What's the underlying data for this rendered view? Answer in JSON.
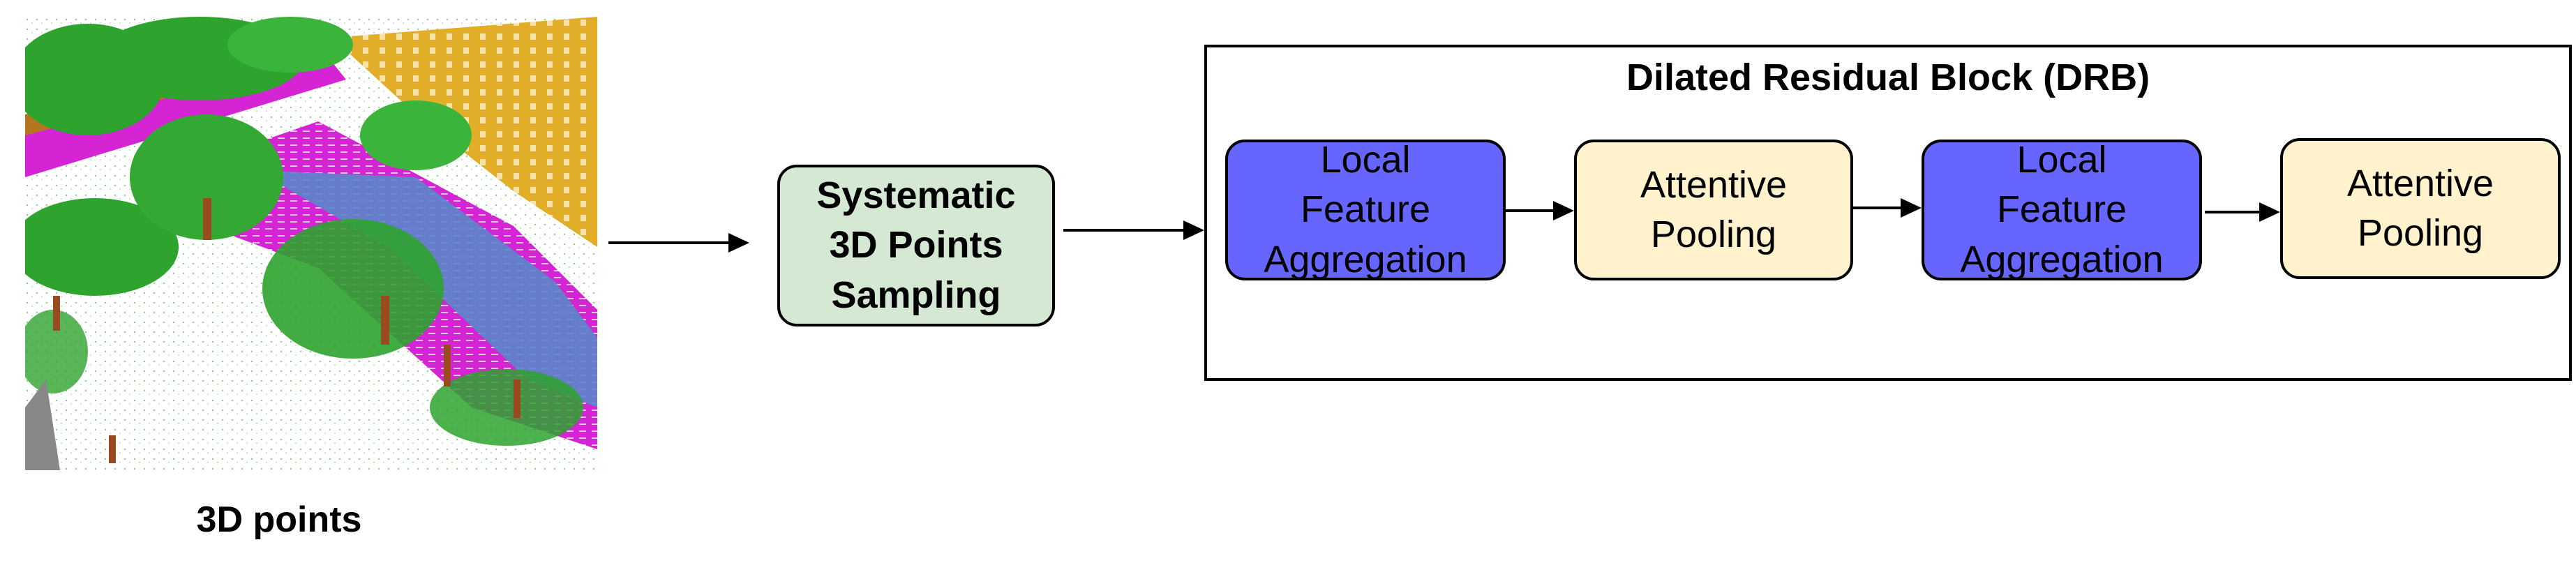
{
  "input": {
    "caption": "3D points",
    "image_description": "Semantic point cloud",
    "colors": {
      "vegetation": "#2ea32e",
      "building": "#d9a520",
      "road": "#d424d4",
      "sidewalk": "#5b86c9",
      "trunk": "#9a4a1f",
      "ground": "#f4f4f4",
      "fence": "#b5761f"
    }
  },
  "sampling": {
    "label": "Systematic\n3D Points\nSampling",
    "color": "#d5e8d4"
  },
  "drb": {
    "title": "Dilated Residual Block (DRB)",
    "blocks": [
      {
        "label": "Local\nFeature\nAggregation",
        "color": "#6666ff"
      },
      {
        "label": "Attentive\nPooling",
        "color": "#fff2cc"
      },
      {
        "label": "Local\nFeature\nAggregation",
        "color": "#6666ff"
      },
      {
        "label": "Attentive\nPooling",
        "color": "#fff2cc"
      }
    ]
  }
}
